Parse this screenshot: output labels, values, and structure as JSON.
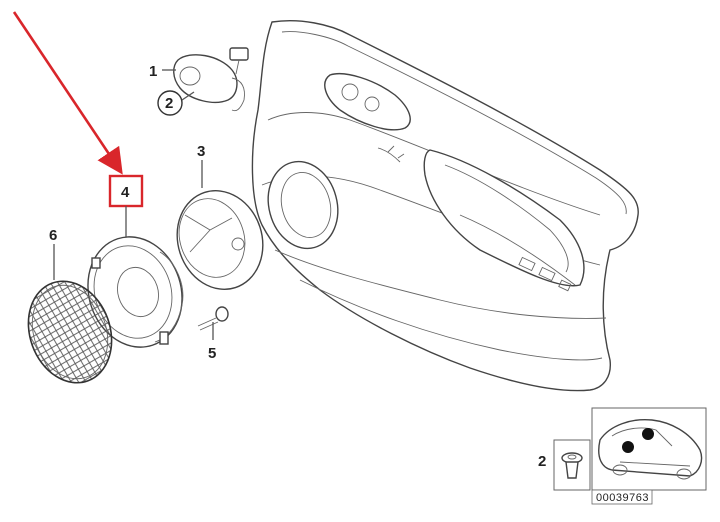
{
  "labels": {
    "part1": "1",
    "part2": "2",
    "part3": "3",
    "part4": "4",
    "part5": "5",
    "part6": "6",
    "inset_part": "2"
  },
  "reference_number": "00039763",
  "colors": {
    "highlight": "#d9262b",
    "line": "#444444",
    "background": "#ffffff"
  }
}
